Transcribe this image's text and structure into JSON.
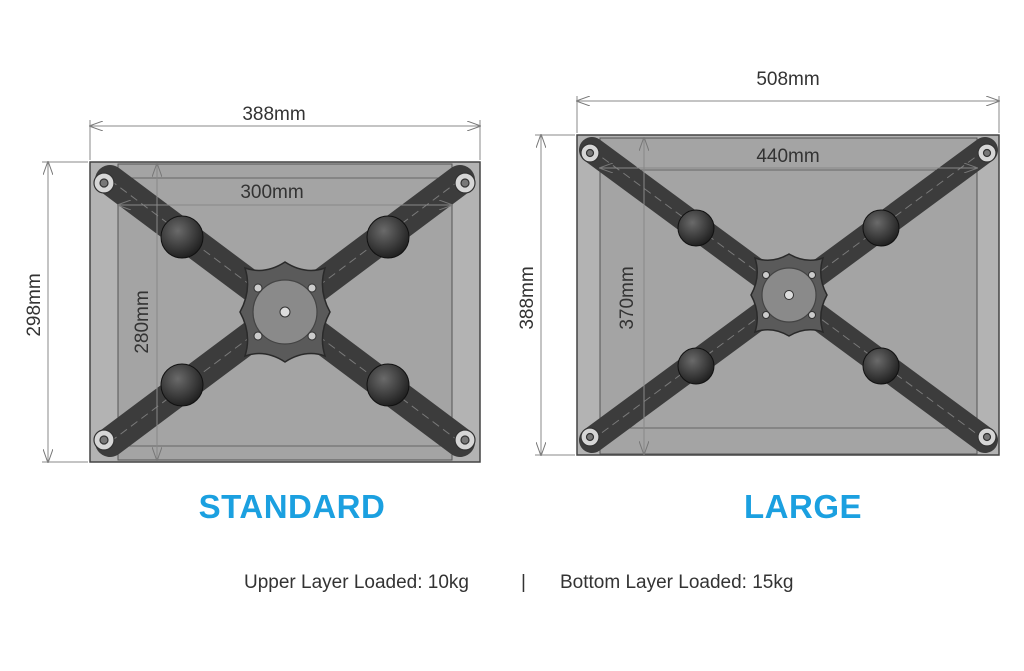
{
  "standard": {
    "title": "STANDARD",
    "outer_width": "388mm",
    "inner_width": "300mm",
    "outer_height": "298mm",
    "inner_height": "280mm"
  },
  "large": {
    "title": "LARGE",
    "outer_width": "508mm",
    "inner_width": "440mm",
    "outer_height": "388mm",
    "inner_height": "370mm"
  },
  "footer": {
    "upper": "Upper Layer Loaded: 10kg",
    "separator": "|",
    "bottom": "Bottom Layer Loaded: 15kg"
  },
  "colors": {
    "title": "#1ba0e0",
    "panel_fill": "#a9a9a9",
    "arm": "#3c3c3c",
    "dimension_line": "#888888"
  }
}
